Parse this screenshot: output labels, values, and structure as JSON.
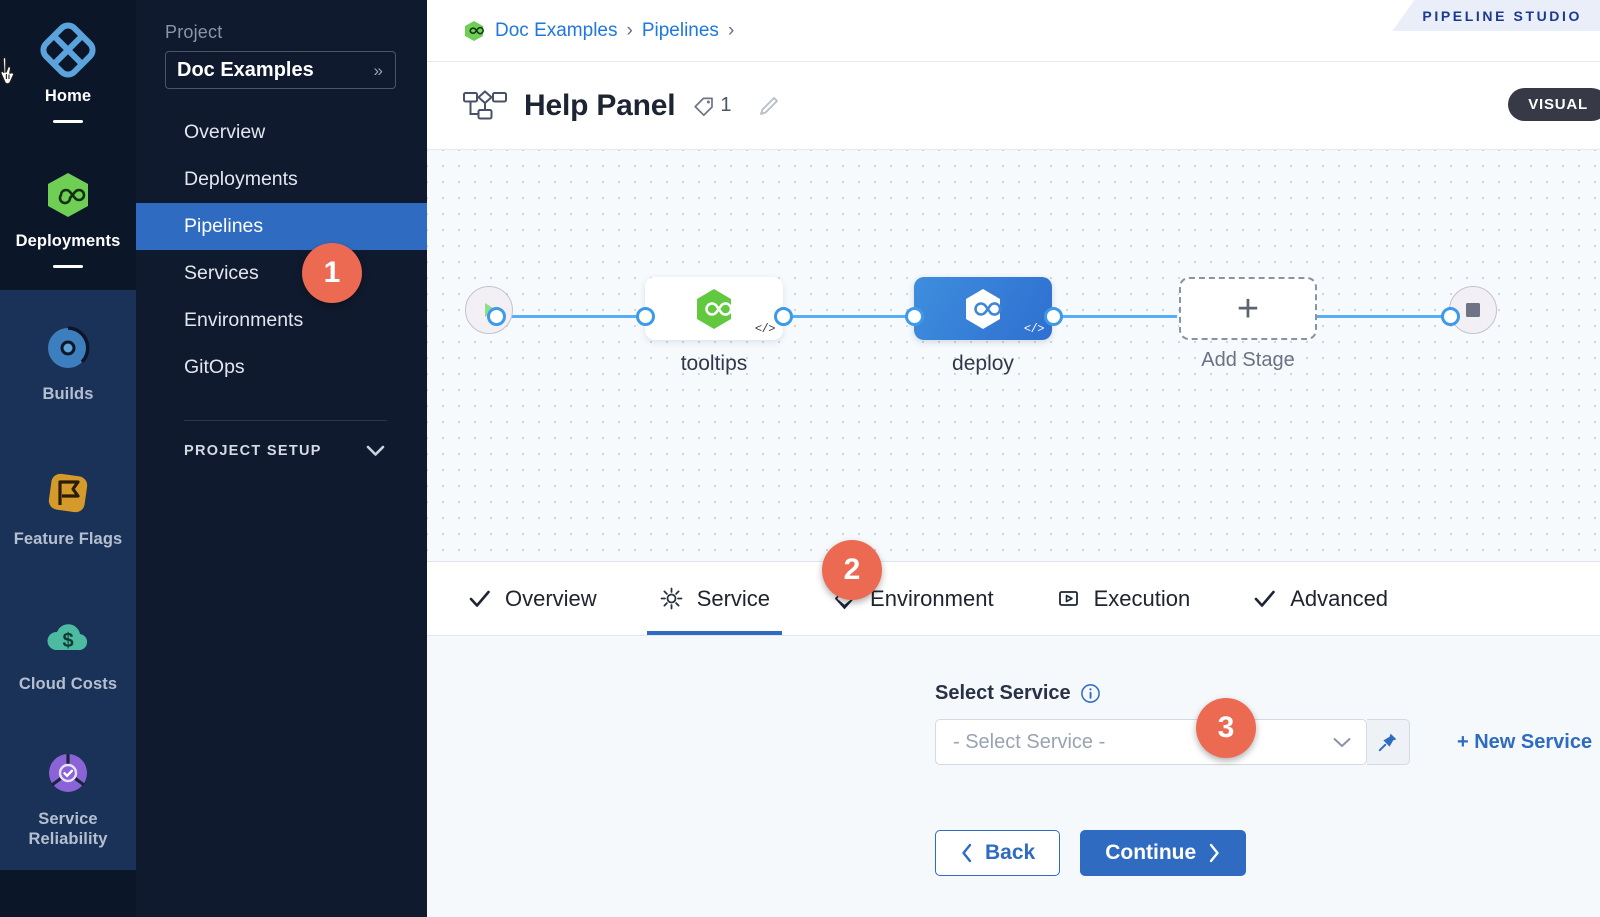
{
  "module_rail": {
    "items": [
      {
        "label": "Home",
        "icon": "home-diamond-icon",
        "active": true,
        "color": "#5ba3dd"
      },
      {
        "label": "Deployments",
        "icon": "deployments-hexagon-icon",
        "active": true,
        "color": "#6fcf55"
      },
      {
        "label": "Builds",
        "icon": "builds-circle-icon",
        "active": false,
        "color": "#4d86c0"
      },
      {
        "label": "Feature Flags",
        "icon": "feature-flags-icon",
        "active": false,
        "color": "#d8a12a"
      },
      {
        "label": "Cloud Costs",
        "icon": "cloud-costs-icon",
        "active": false,
        "color": "#4cb8a0"
      },
      {
        "label": "Service Reliability",
        "icon": "service-reliability-icon",
        "active": false,
        "color": "#8a63d6"
      }
    ]
  },
  "project_nav": {
    "section_label": "Project",
    "project_name": "Doc Examples",
    "expand_icon": "chevron-double-right-icon",
    "items": [
      {
        "label": "Overview",
        "active": false
      },
      {
        "label": "Deployments",
        "active": false
      },
      {
        "label": "Pipelines",
        "active": true
      },
      {
        "label": "Services",
        "active": false
      },
      {
        "label": "Environments",
        "active": false
      },
      {
        "label": "GitOps",
        "active": false
      }
    ],
    "setup_label": "PROJECT SETUP",
    "setup_caret": "chevron-down-icon"
  },
  "breadcrumb": {
    "project_icon": "harness-module-icon",
    "crumb1": "Doc Examples",
    "crumb2": "Pipelines",
    "separator": "›"
  },
  "studio_tab": {
    "label": "PIPELINE STUDIO"
  },
  "title_bar": {
    "pipeline_icon": "pipeline-nodes-icon",
    "title": "Help Panel",
    "tag_icon": "tag-icon",
    "tag_count": "1",
    "edit_icon": "pencil-edit-icon",
    "mode_badge": "VISUAL"
  },
  "canvas": {
    "start_node": {
      "name": "start-node",
      "icon": "play-icon"
    },
    "end_node": {
      "name": "end-node",
      "icon": "stop-square-icon"
    },
    "stages": [
      {
        "label": "tooltips",
        "type": "white",
        "icon": "harness-hexagon-green-icon",
        "code_badge": "</>"
      },
      {
        "label": "deploy",
        "type": "blue",
        "icon": "harness-hexagon-white-icon",
        "code_badge": "</>"
      }
    ],
    "add_stage": {
      "label": "Add Stage",
      "icon": "plus-icon"
    }
  },
  "tabs": [
    {
      "label": "Overview",
      "icon": "check-icon",
      "active": false
    },
    {
      "label": "Service",
      "icon": "gear-icon",
      "active": true
    },
    {
      "label": "Environment",
      "icon": "layers-diamond-icon",
      "active": false
    },
    {
      "label": "Execution",
      "icon": "play-box-icon",
      "active": false
    },
    {
      "label": "Advanced",
      "icon": "check-icon",
      "active": false
    }
  ],
  "service_form": {
    "field_label": "Select Service",
    "info_icon": "info-circle-icon",
    "select_value": "- Select Service -",
    "select_placeholder": "- Select Service -",
    "dropdown_icon": "chevron-down-icon",
    "pin_icon": "pin-icon",
    "new_service_link": "+ New Service",
    "back_button": "Back",
    "back_icon": "chevron-left-icon",
    "continue_button": "Continue",
    "continue_icon": "chevron-right-icon"
  },
  "callouts": [
    {
      "number": "1"
    },
    {
      "number": "2"
    },
    {
      "number": "3"
    }
  ],
  "colors": {
    "accent_blue": "#2f6bc0",
    "callout_orange": "#ed6a52",
    "nav_dark": "#101a2e",
    "rail_dark": "#0b1629",
    "canvas_bg": "#f6fafd",
    "green": "#6fcf55"
  }
}
